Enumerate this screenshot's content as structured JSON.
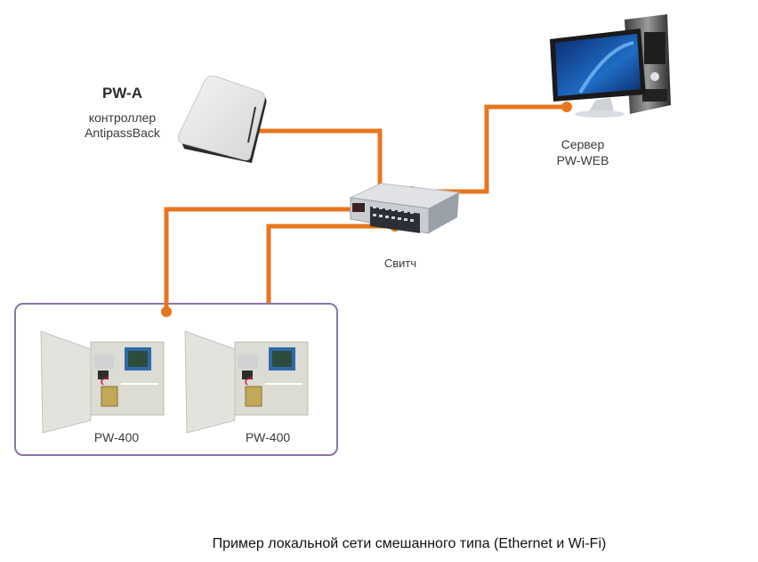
{
  "diagram": {
    "caption": "Пример локальной сети смешанного типа (Ethernet и Wi-Fi)",
    "colors": {
      "wire": "#e8761e",
      "group_border": "#8a76a8"
    },
    "nodes": {
      "controller": {
        "title": "PW-A",
        "subtitle_line1": "контроллер",
        "subtitle_line2": "AntipassBack",
        "icon": "wireless-controller-icon"
      },
      "switch": {
        "label": "Свитч",
        "icon": "network-switch-icon"
      },
      "server": {
        "label_line1": "Сервер",
        "label_line2": "PW-WEB",
        "icon": "desktop-computer-icon"
      },
      "panels": [
        {
          "label": "PW-400",
          "icon": "control-panel-cabinet-icon"
        },
        {
          "label": "PW-400",
          "icon": "control-panel-cabinet-icon"
        }
      ]
    },
    "connections": [
      {
        "from": "controller",
        "to": "switch"
      },
      {
        "from": "server",
        "to": "switch"
      },
      {
        "from": "panels[0]",
        "to": "switch"
      },
      {
        "from": "panels[1]",
        "to": "switch"
      }
    ]
  }
}
